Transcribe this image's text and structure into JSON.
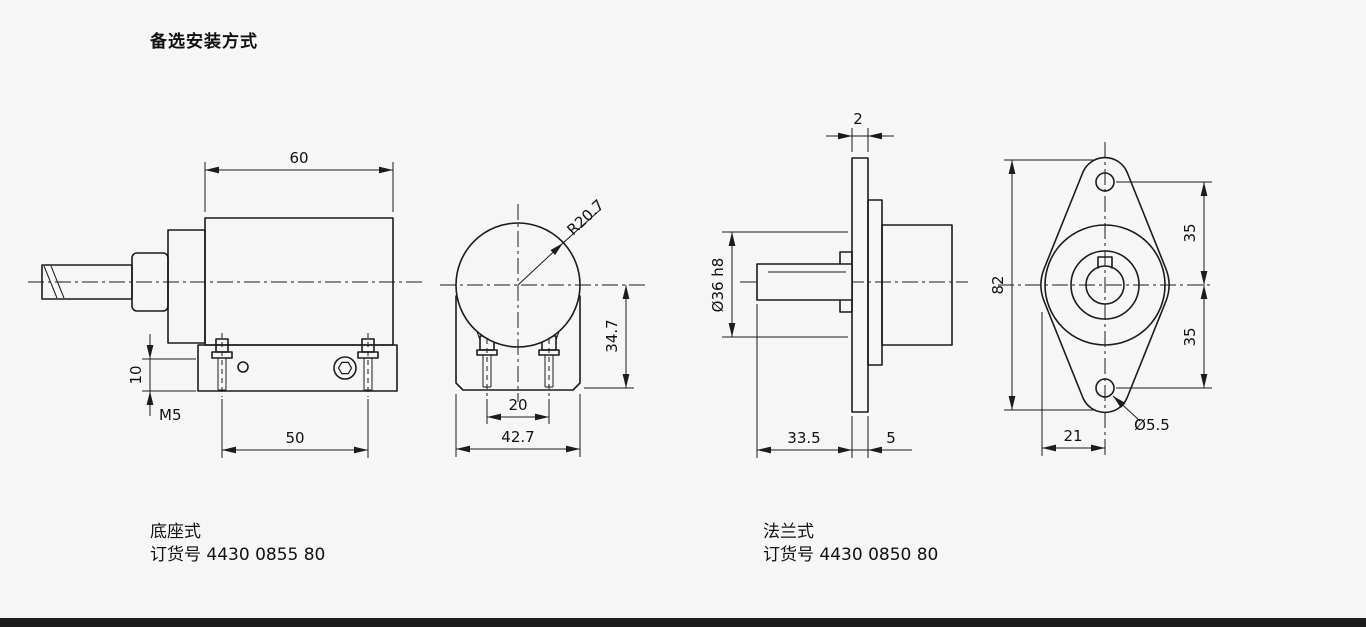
{
  "title": "备选安装方式",
  "colors": {
    "line": "#1c1c1c",
    "background": "#f6f6f6",
    "footer_bar": "#1d1d1d"
  },
  "variants": {
    "base": {
      "label": "底座式",
      "order": "订货号 4430 0855 80"
    },
    "flange": {
      "label": "法兰式",
      "order": "订货号 4430 0850 80"
    }
  },
  "dims": {
    "body_length": "60",
    "radius": "R20.7",
    "center_height": "34.7",
    "foot_height": "10",
    "thread": "M5",
    "slot_spacing": "20",
    "hole_spacing": "50",
    "body_width": "42.7",
    "flange_step": "2",
    "hub_dia": "Ø36 h8",
    "flange_height": "82",
    "hole_offset_top": "35",
    "hole_offset_bottom": "35",
    "shaft_length": "33.5",
    "flange_thickness": "5",
    "hole_dia": "Ø5.5",
    "hole_offset_x": "21"
  }
}
